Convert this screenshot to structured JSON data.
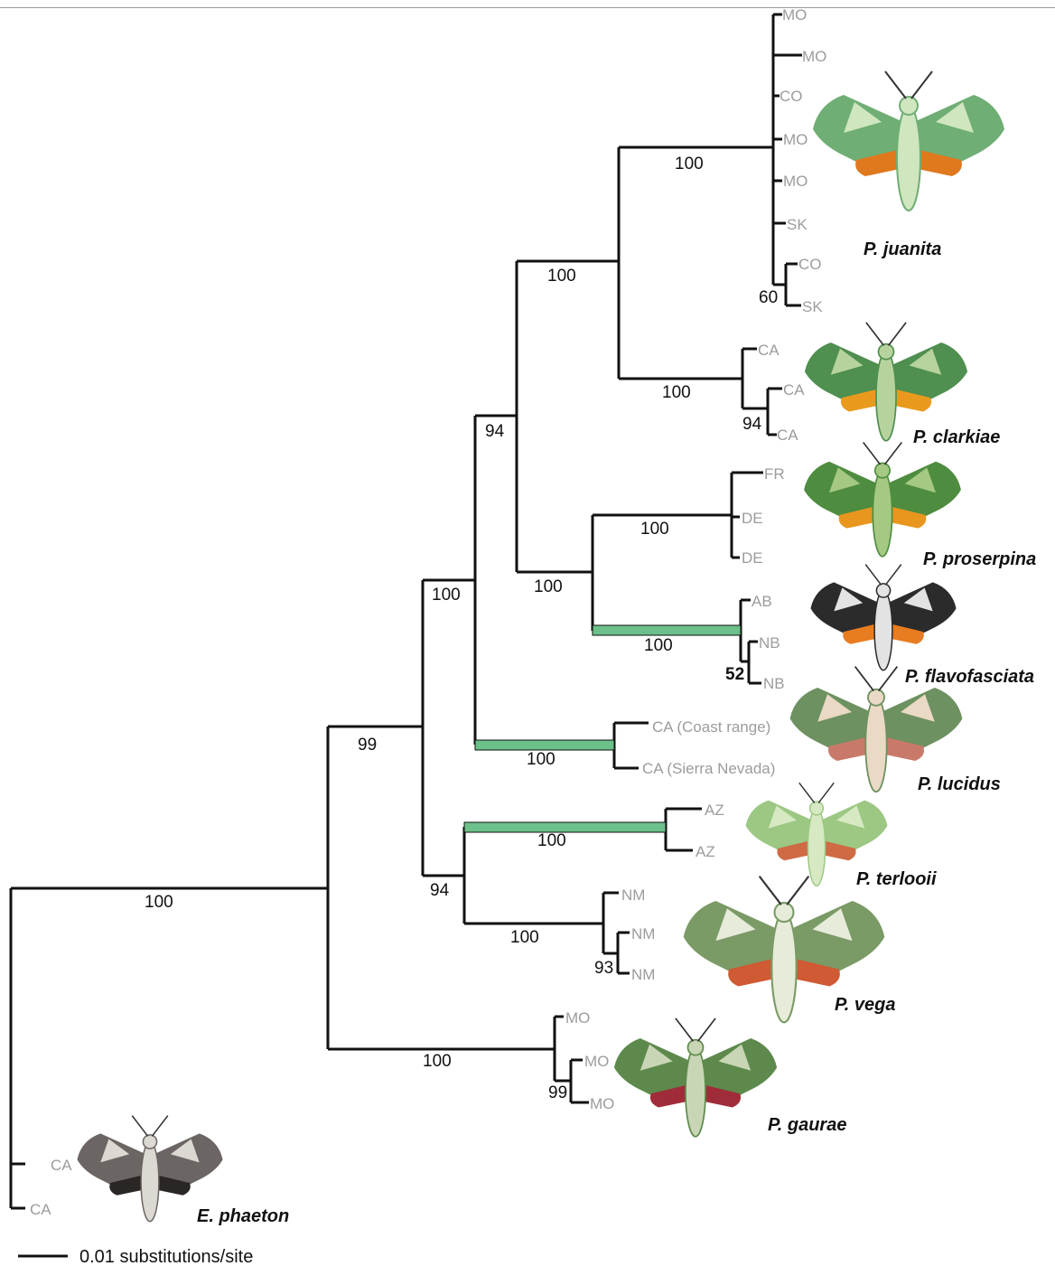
{
  "tree": {
    "scale_bar_label": "0.01 substitutions/site",
    "highlight_color": "#6cc089",
    "branch_color": "#111111",
    "clades": {
      "juanita": {
        "species": "P. juanita",
        "tips": [
          "MO",
          "MO",
          "CO",
          "MO",
          "MO",
          "SK",
          "CO",
          "SK"
        ],
        "support_stem": "100",
        "support_inner": "60",
        "moth_colors": [
          "#6fae74",
          "#cfe6bf",
          "#e0781e"
        ]
      },
      "clarkiae": {
        "species": "P. clarkiae",
        "tips": [
          "CA",
          "CA",
          "CA"
        ],
        "support_stem": "100",
        "support_inner": "94",
        "moth_colors": [
          "#4f8f50",
          "#b7d39d",
          "#e99a1d"
        ]
      },
      "proserpina": {
        "species": "P. proserpina",
        "tips": [
          "FR",
          "DE",
          "DE"
        ],
        "support_stem": "100",
        "moth_colors": [
          "#4e8c3f",
          "#a5c883",
          "#e8961e"
        ]
      },
      "flavofasciata": {
        "species": "P. flavofasciata",
        "tips": [
          "AB",
          "NB",
          "NB"
        ],
        "support_stem": "100",
        "support_inner": "52",
        "moth_colors": [
          "#2b2b2b",
          "#e3e3e3",
          "#e87c20"
        ]
      },
      "lucidus": {
        "species": "P. lucidus",
        "tips": [
          "CA (Coast range)",
          "CA (Sierra Nevada)"
        ],
        "support_stem": "100",
        "moth_colors": [
          "#6d9160",
          "#e9d9c5",
          "#c9796a"
        ]
      },
      "terlooii": {
        "species": "P. terlooii",
        "tips": [
          "AZ",
          "AZ"
        ],
        "support_stem": "100",
        "moth_colors": [
          "#9cc883",
          "#d6e9c2",
          "#cf6a45"
        ]
      },
      "vega": {
        "species": "P. vega",
        "tips": [
          "NM",
          "NM",
          "NM"
        ],
        "support_stem": "100",
        "support_inner": "93",
        "moth_colors": [
          "#7a9a66",
          "#e6ecd9",
          "#cf5a33"
        ]
      },
      "gaurae": {
        "species": "P. gaurae",
        "tips": [
          "MO",
          "MO",
          "MO"
        ],
        "support_stem": "100",
        "support_inner": "99",
        "moth_colors": [
          "#5d8a4c",
          "#c9d6b5",
          "#a02c3a"
        ]
      },
      "phaeton": {
        "species": "E. phaeton",
        "tips": [
          "CA",
          "CA"
        ],
        "moth_colors": [
          "#6b6663",
          "#dcd8d2",
          "#2a2624"
        ]
      }
    },
    "internal_support": {
      "juanita_clarkiae": "100",
      "proserpina_flavofasciata": "100",
      "clade_94": "94",
      "with_lucidus": "100",
      "terlooii_vega": "94",
      "pair_99": "99",
      "root": "100"
    }
  }
}
